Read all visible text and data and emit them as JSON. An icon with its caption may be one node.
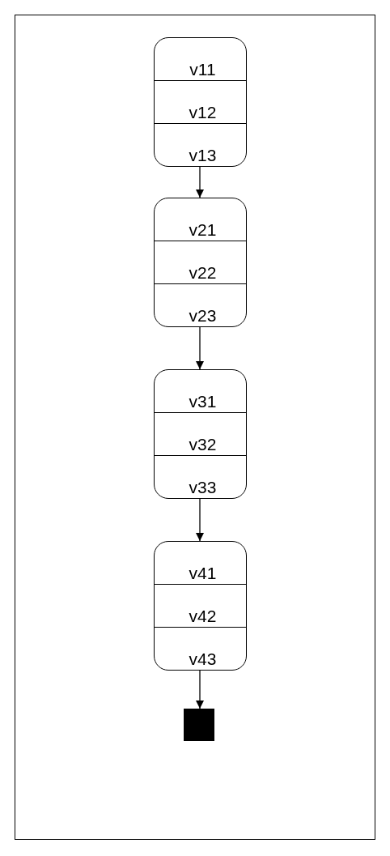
{
  "diagram": {
    "nodes": [
      {
        "text": [
          "v11",
          "v12",
          "v13"
        ]
      },
      {
        "text": [
          "v21",
          "v22",
          "v23"
        ]
      },
      {
        "text": [
          "v31",
          "v32",
          "v33"
        ]
      },
      {
        "text": [
          "v41",
          "v42",
          "v43"
        ]
      },
      {
        "text": [],
        "shape": "box"
      }
    ],
    "edges": [
      {
        "from": 0,
        "to": 1,
        "arrow": "to"
      },
      {
        "from": 1,
        "to": 2,
        "arrow": "to"
      },
      {
        "from": 2,
        "to": 3,
        "arrow": "to"
      },
      {
        "from": 3,
        "to": 4,
        "arrow": "to"
      }
    ]
  }
}
